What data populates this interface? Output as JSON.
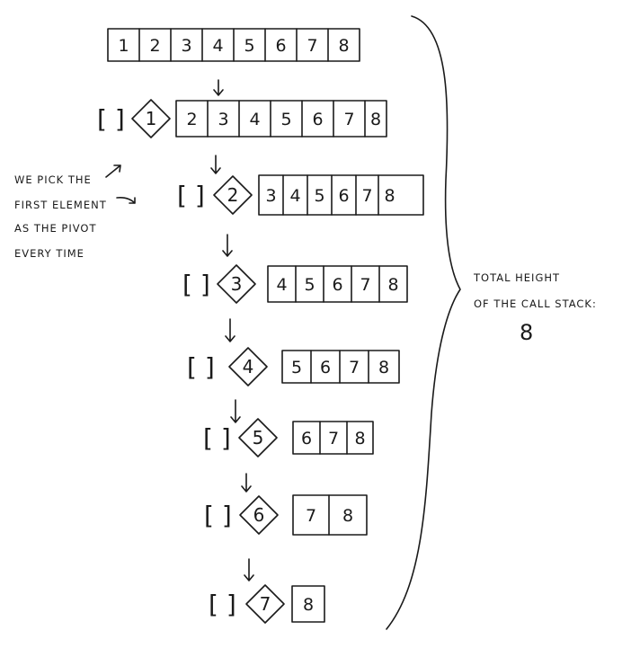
{
  "diagram": {
    "levels": [
      {
        "left": "",
        "pivot": "",
        "right": [
          "1",
          "2",
          "3",
          "4",
          "5",
          "6",
          "7",
          "8"
        ]
      },
      {
        "left": "[ ]",
        "pivot": "1",
        "right": [
          "2",
          "3",
          "4",
          "5",
          "6",
          "7",
          "8"
        ]
      },
      {
        "left": "[ ]",
        "pivot": "2",
        "right": [
          "3",
          "4",
          "5",
          "6",
          "7",
          "8"
        ]
      },
      {
        "left": "[ ]",
        "pivot": "3",
        "right": [
          "4",
          "5",
          "6",
          "7",
          "8"
        ]
      },
      {
        "left": "[ ]",
        "pivot": "4",
        "right": [
          "5",
          "6",
          "7",
          "8"
        ]
      },
      {
        "left": "[ ]",
        "pivot": "5",
        "right": [
          "6",
          "7",
          "8"
        ]
      },
      {
        "left": "[ ]",
        "pivot": "6",
        "right": [
          "7",
          "8"
        ]
      },
      {
        "left": "[ ]",
        "pivot": "7",
        "right": [
          "8"
        ]
      }
    ],
    "note_lines": [
      "WE PICK THE",
      "FIRST ELEMENT",
      "AS THE PIVOT",
      "EVERY TIME"
    ],
    "height_label_lines": [
      "TOTAL HEIGHT",
      "OF THE CALL STACK:"
    ],
    "height_value": "8"
  }
}
